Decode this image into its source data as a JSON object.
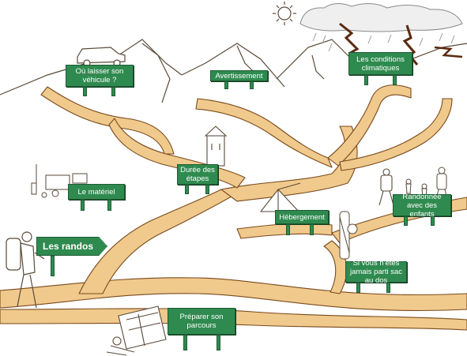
{
  "colors": {
    "trail_fill": "#f0c98c",
    "trail_stroke": "#7a4a1c",
    "sign_green": "#2f8a4f",
    "sign_text": "#ffffff",
    "sketch": "#5a4a3a",
    "lightning": "#5a2a10"
  },
  "signs": {
    "vehicule": "Où laisser son véhicule ?",
    "avertissement": "Avertissement",
    "conditions": "Les conditions climatiques",
    "duree": "Durée des étapes",
    "materiel": "Le matériel",
    "hebergement": "Hébergement",
    "randonnee_enfants": "Randonnée avec des enfants",
    "les_randos": "Les randos",
    "jamais": "Si vous n'êtes jamais parti sac au dos",
    "preparer": "Préparer son parcours"
  },
  "icons": {
    "sun": "sun-icon",
    "storm": "storm-cloud-icon",
    "car": "car-icon",
    "tower": "tower-icon",
    "tent": "tent-icon",
    "hiker": "hiker-icon",
    "family": "family-hikers-icon",
    "gear": "gear-equipment-icon",
    "map": "map-reader-icon",
    "backpack": "backpack-icon"
  }
}
